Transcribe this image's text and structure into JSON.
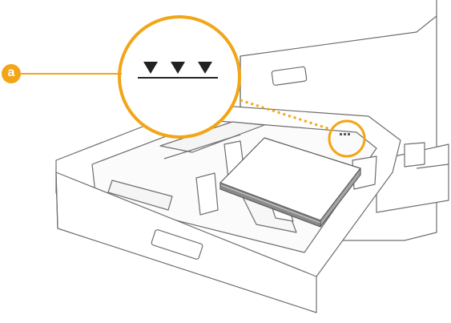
{
  "callout": {
    "label": "a",
    "marker_icon": "triangle-down-icon",
    "marker_count": 3,
    "accent_color": "#f2a516"
  },
  "illustration": {
    "subject": "printer-paper-drawer",
    "line_color": "#6e6e6e",
    "fill_color": "#ffffff"
  }
}
